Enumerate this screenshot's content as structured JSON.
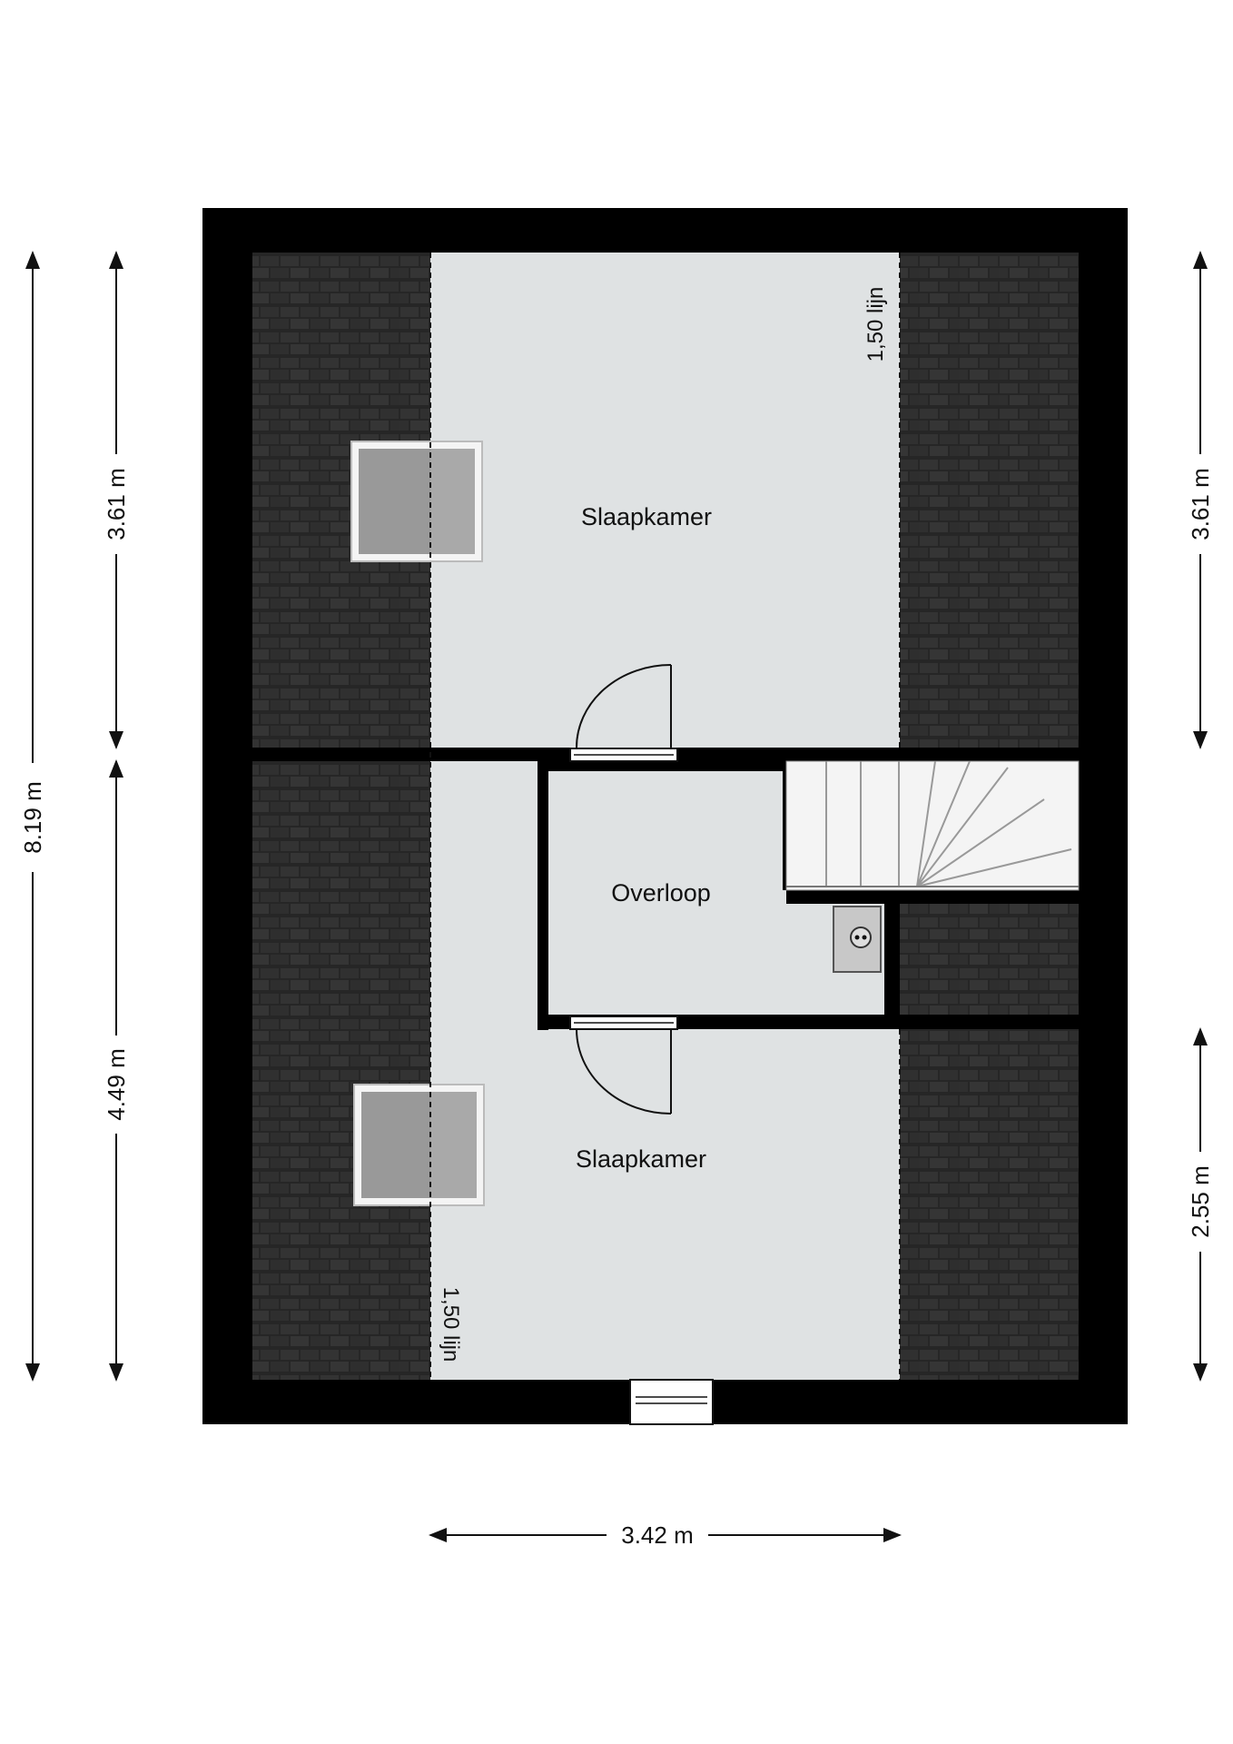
{
  "rooms": {
    "top_bedroom": "Slaapkamer",
    "landing": "Overloop",
    "bottom_bedroom": "Slaapkamer"
  },
  "height_lines": {
    "top": "1,50 lijn",
    "bottom": "1,50 lijn"
  },
  "dimensions": {
    "left_total": "8.19 m",
    "left_upper": "3.61 m",
    "left_lower": "4.49 m",
    "right_upper": "3.61 m",
    "right_lower": "2.55 m",
    "bottom_width": "3.42 m"
  },
  "colors": {
    "wall": "#000000",
    "floor": "#dfe2e3",
    "roof": "#2a2a2a",
    "stair": "#f2f2f2"
  }
}
